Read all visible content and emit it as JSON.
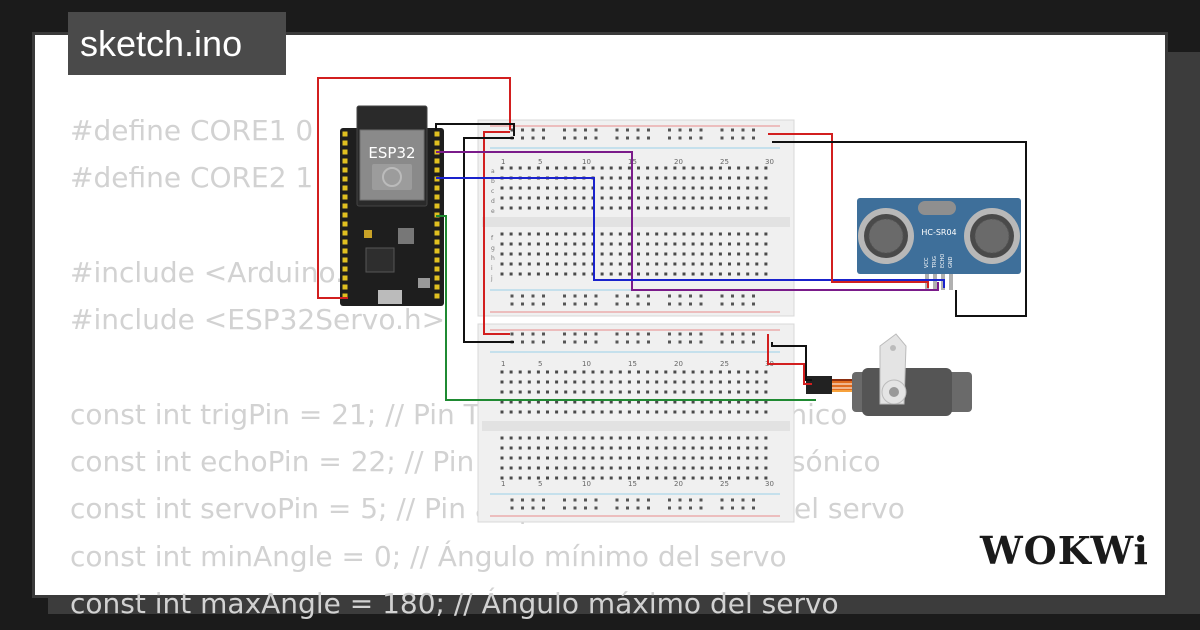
{
  "file_tab": {
    "label": "sketch.ino"
  },
  "code_lines": [
    "#define CORE1 0",
    "#define CORE2 1",
    "",
    "#include <Arduino.h>",
    "#include <ESP32Servo.h>",
    "",
    "const int trigPin = 21; // Pin TRIG del sensor ultrasónico",
    "const int echoPin = 22; // Pin ECHO del sensor ultrasónico",
    "const int servoPin = 5; // Pin al que está conectado el servo",
    "const int minAngle = 0; // Ángulo mínimo del servo",
    "const int maxAngle = 180; // Ángulo máximo del servo"
  ],
  "components": {
    "esp32": {
      "label": "ESP32"
    },
    "sensor": {
      "label": "HC-SR04",
      "pins": [
        "VCC",
        "TRIG",
        "ECHO",
        "GND"
      ]
    },
    "breadboard": {
      "col_labels": [
        "1",
        "5",
        "10",
        "15",
        "20",
        "25",
        "30"
      ],
      "row_labels_top": [
        "a",
        "b",
        "c",
        "d",
        "e"
      ],
      "row_labels_bottom": [
        "f",
        "g",
        "h",
        "i",
        "j"
      ]
    }
  },
  "brand": {
    "name": "WOKWi"
  },
  "colors": {
    "wire_red": "#d21f1f",
    "wire_black": "#111111",
    "wire_blue": "#1a22cc",
    "wire_purple": "#7a1b8a",
    "wire_green": "#1f8a32",
    "board": "#1e1e1e",
    "sensor_blue": "#3e6f9a",
    "breadboard": "#f0f0f0"
  }
}
